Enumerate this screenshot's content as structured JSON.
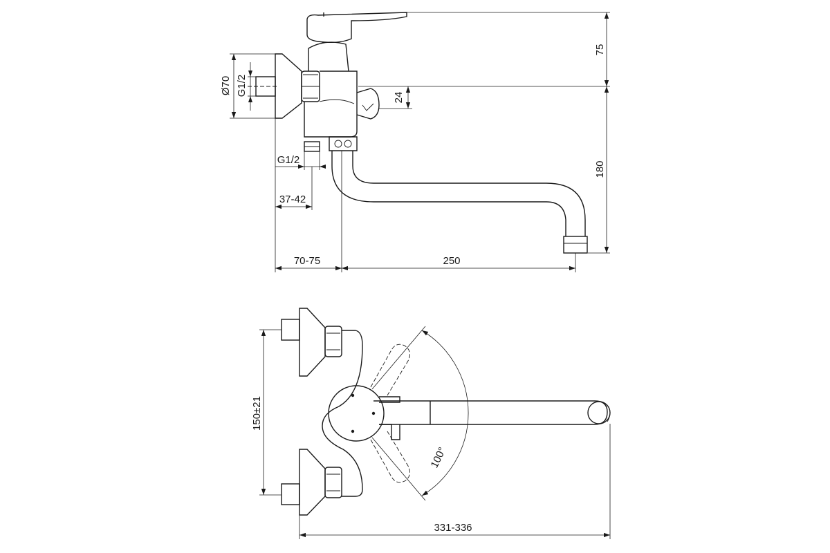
{
  "dimensions": {
    "top_height": "75",
    "spout_height": "180",
    "outlet_offset": "24",
    "flange_diameter": "Ø70",
    "connection_thread": "G1/2",
    "inlet_thread": "G1/2",
    "inlet_offset": "37-42",
    "wall_distance": "70-75",
    "spout_reach": "250",
    "centre_distance": "150±21",
    "total_reach": "331-336",
    "swivel_angle": "100°"
  }
}
